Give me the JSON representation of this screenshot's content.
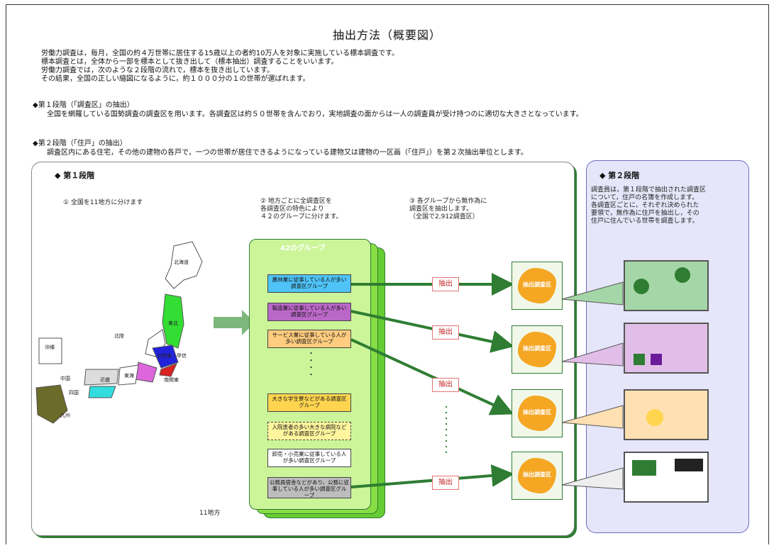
{
  "title": "抽出方法（概要図）",
  "intro": [
    "労働力調査は，毎月，全国の約４万世帯に居住する15歳以上の者約10万人を対象に実施している標本調査です。",
    "標本調査とは，全体から一部を標本として抜き出して（標本抽出）調査することをいいます。",
    "労働力調査では，次のような２段階の流れで，標本を抜き出しています。",
    "その結果，全国の正しい縮図になるように，約１０００分の１の世帯が選ばれます。"
  ],
  "step1": {
    "heading": "◆第１段階（「調査区」の抽出）",
    "text": "全国を網羅している国勢調査の調査区を用います。各調査区は約５０世帯を含んでおり，実地調査の面からは一人の調査員が受け持つのに適切な大きさとなっています。"
  },
  "step2": {
    "heading": "◆第２段階（「住戸」の抽出）",
    "text": "調査区内にある住宅，その他の建物の各戸で，一つの世帯が居住できるようになっている建物又は建物の一区画（「住戸」）を第２次抽出単位とします。"
  },
  "panel1": {
    "heading": "◆ 第１段階",
    "label1": "① 全国を11地方に分けます",
    "label2": [
      "② 地方ごとに全調査区を",
      "各調査区の特色により",
      "４２のグループに分けます。"
    ],
    "label3": [
      "③ 各グループから無作為に",
      "調査区を抽出します。",
      "（全国で2,912調査区）"
    ],
    "regions": [
      "北海道",
      "東北",
      "北陸",
      "北関東・甲信",
      "南関東",
      "東海",
      "近畿",
      "中国",
      "四国",
      "九州",
      "沖縄"
    ],
    "regions_label": "11地方",
    "groups_title": "42のグループ",
    "groups": [
      "農林業に従事している人が多い調査区グループ",
      "製造業に従事している人が多い調査区グループ",
      "サービス業に従事している人が多い調査区グループ",
      "大きな学生寮などがある調査区グループ",
      "入院患者の多い大きな病院などがある調査区グループ",
      "卸売・小売業に従事している人が多い調査区グループ",
      "公務員宿舎などがあり，公務に従事している人が多い調査区グループ"
    ],
    "group_colors": [
      "#4fc3f7",
      "#ba68c8",
      "#ffcc80",
      "#ffd54f",
      "#fff59d",
      "#ffffff",
      "#bdbdbd"
    ],
    "extract_label": "抽出",
    "area_label": "抽出調査区",
    "dots": "・・・・"
  },
  "panel2": {
    "heading": "◆ 第２段階",
    "text": [
      "調査員は，第１段階で抽出された調査区",
      "について，住戸の名簿を作成します。",
      "各調査区ごとに，それぞれ決められた",
      "要領で，無作為に住戸を抽出し，その",
      "住戸に住んでいる世帯を調査します。"
    ]
  }
}
